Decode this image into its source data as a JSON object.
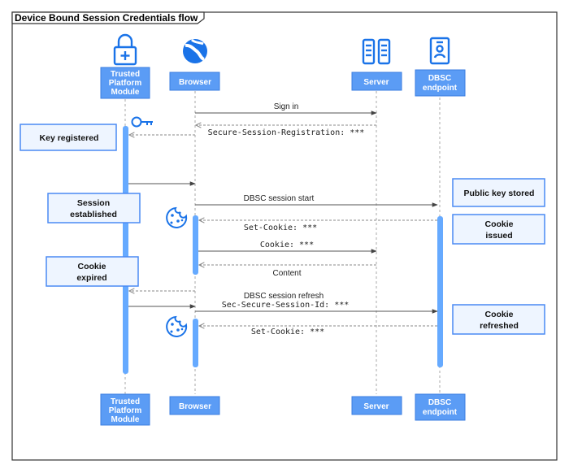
{
  "frame": {
    "title": "Device Bound Session Credentials flow"
  },
  "participants": {
    "tpm": {
      "lines": [
        "Trusted",
        "Platform",
        "Module"
      ]
    },
    "browser": {
      "lines": [
        "Browser"
      ]
    },
    "server": {
      "lines": [
        "Server"
      ]
    },
    "dbsc": {
      "lines": [
        "DBSC",
        "endpoint"
      ]
    }
  },
  "messages": {
    "sign_in": "Sign in",
    "secure_session_registration": "Secure-Session-Registration: ***",
    "dbsc_session_start": "DBSC session start",
    "set_cookie_1": "Set-Cookie: ***",
    "cookie": "Cookie: ***",
    "content": "Content",
    "dbsc_session_refresh": "DBSC session refresh",
    "sec_secure_session_id": "Sec-Secure-Session-Id: ***",
    "set_cookie_2": "Set-Cookie: ***"
  },
  "notes": {
    "key_registered": [
      "Key registered"
    ],
    "public_key_stored": [
      "Public key stored"
    ],
    "session_established": [
      "Session",
      "established"
    ],
    "cookie_issued": [
      "Cookie",
      "issued"
    ],
    "cookie_expired": [
      "Cookie",
      "expired"
    ],
    "cookie_refreshed": [
      "Cookie",
      "refreshed"
    ]
  },
  "icons": {
    "tpm": "lock-icon",
    "browser": "globe-icon",
    "server": "server-icon",
    "dbsc": "badge-icon",
    "key": "key-icon",
    "cookie": "cookie-icon"
  },
  "colors": {
    "accent": "#4a8af4",
    "activation": "#66aaff",
    "note_border": "#4a8af4",
    "note_fill": "#eef5ff",
    "frame": "#333333"
  }
}
